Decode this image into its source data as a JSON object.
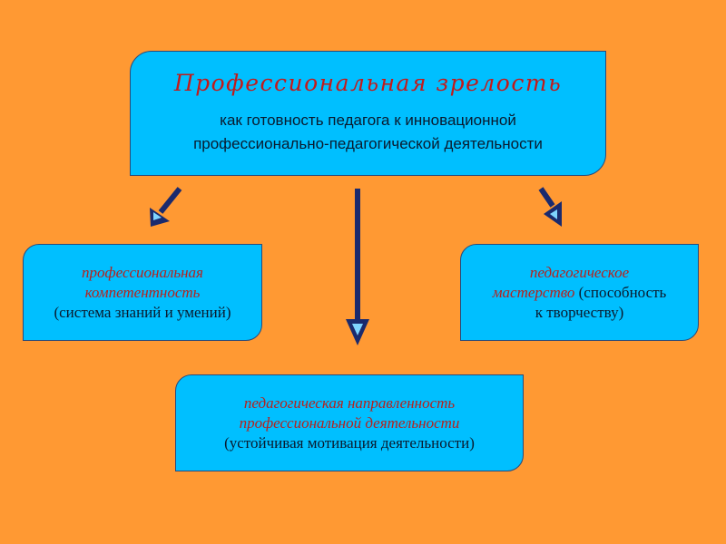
{
  "top": {
    "title": "Профессиональная зрелость",
    "line1": "как готовность педагога к инновационной",
    "line2": "профессионально-педагогической деятельности"
  },
  "left": {
    "line1": "профессиональная",
    "line2": "компетентность",
    "line3": "(система знаний и умений)"
  },
  "right": {
    "line1": "педагогическое",
    "line2_italic": "мастерство",
    "line2_normal": " (способность",
    "line3": "к творчеству)"
  },
  "bottom": {
    "line1": "педагогическая направленность",
    "line2": "профессиональной деятельности",
    "line3": "(устойчивая мотивация деятельности)"
  },
  "colors": {
    "background": "#ff9933",
    "box_fill": "#00bfff",
    "title_red": "#c21a1a",
    "arrow": "#1a2a6e"
  }
}
